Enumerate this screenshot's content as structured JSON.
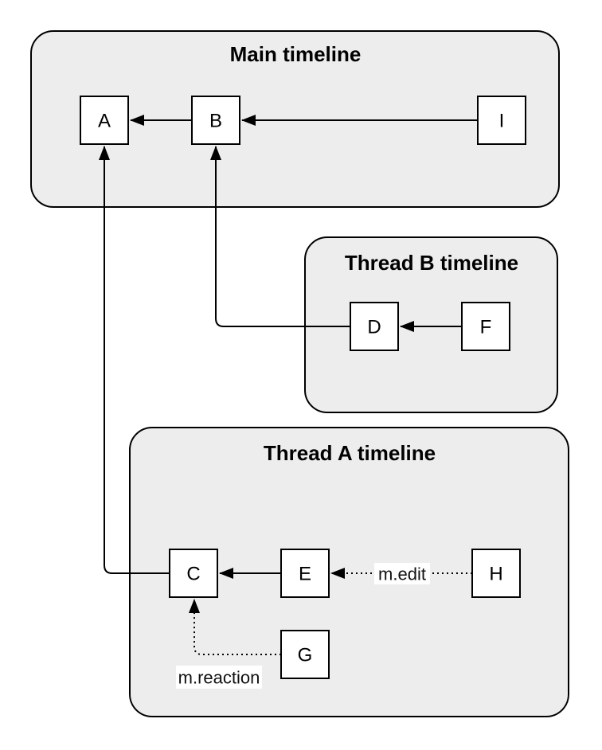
{
  "diagram": {
    "containers": {
      "main": {
        "label": "Main timeline"
      },
      "thread_b": {
        "label": "Thread B timeline"
      },
      "thread_a": {
        "label": "Thread A timeline"
      }
    },
    "nodes": {
      "a": {
        "label": "A",
        "highlighted": true
      },
      "b": {
        "label": "B",
        "highlighted": true
      },
      "i": {
        "label": "I",
        "highlighted": false
      },
      "d": {
        "label": "D",
        "highlighted": false
      },
      "f": {
        "label": "F",
        "highlighted": false
      },
      "c": {
        "label": "C",
        "highlighted": false
      },
      "e": {
        "label": "E",
        "highlighted": false
      },
      "h": {
        "label": "H",
        "highlighted": false
      },
      "g": {
        "label": "G",
        "highlighted": false
      }
    },
    "edges": [
      {
        "from": "B",
        "to": "A",
        "style": "solid",
        "label": ""
      },
      {
        "from": "I",
        "to": "B",
        "style": "solid",
        "label": ""
      },
      {
        "from": "D",
        "to": "B",
        "style": "solid",
        "label": ""
      },
      {
        "from": "F",
        "to": "D",
        "style": "solid",
        "label": ""
      },
      {
        "from": "C",
        "to": "A",
        "style": "solid",
        "label": ""
      },
      {
        "from": "E",
        "to": "C",
        "style": "solid",
        "label": ""
      },
      {
        "from": "H",
        "to": "E",
        "style": "dotted",
        "label": "m.edit"
      },
      {
        "from": "G",
        "to": "C",
        "style": "dotted",
        "label": "m.reaction"
      }
    ],
    "colors": {
      "container_fill": "#ededed",
      "container_border": "#000000",
      "node_fill": "#ffffff",
      "node_highlight_fill": "#cfe2fb",
      "node_border": "#000000",
      "edge_stroke": "#000000",
      "edge_label_bg": "#ffffff",
      "text": "#000000"
    }
  }
}
